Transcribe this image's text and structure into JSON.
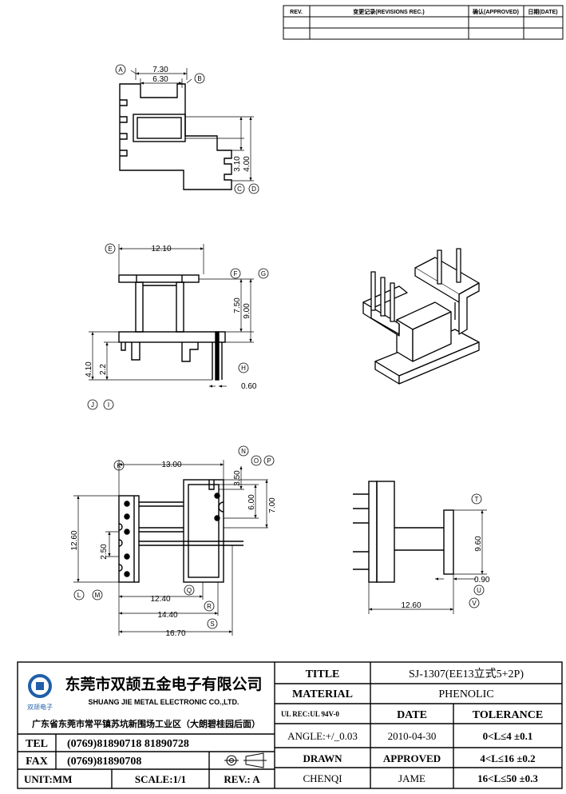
{
  "revision_table": {
    "headers": [
      "REV.",
      "变更记录(REVISIONS REC.)",
      "确认(APPROVED)",
      "日期(DATE)"
    ]
  },
  "view_top": {
    "dims": [
      "7.30",
      "6.30",
      "3.10",
      "4.00"
    ],
    "labels": [
      "A",
      "B",
      "C",
      "D"
    ]
  },
  "view_front": {
    "dims": [
      "12.10",
      "7.50",
      "9.00",
      "4.10",
      "2.2",
      "0.60"
    ],
    "labels": [
      "E",
      "F",
      "G",
      "H",
      "J",
      "I"
    ]
  },
  "view_bottom": {
    "dims": [
      "13.00",
      "3.50",
      "6.00",
      "7.00",
      "12.60",
      "2.50",
      "12.40",
      "14.40",
      "16.70"
    ],
    "labels": [
      "K",
      "N",
      "O",
      "P",
      "Q",
      "R",
      "S",
      "L",
      "M"
    ]
  },
  "view_side": {
    "dims": [
      "9.60",
      "0.90",
      "12.60"
    ],
    "labels": [
      "T",
      "U",
      "V"
    ]
  },
  "company": {
    "name_cn": "东莞市双颉五金电子有限公司",
    "name_en": "SHUANG JIE METAL ELECTRONIC CO.,LTD.",
    "logo_text": "双颉电子",
    "address": "广东省东莞市常平镇苏坑新围场工业区（大朗碧桂园后面）",
    "tel_label": "TEL",
    "tel": "(0769)81890718  81890728",
    "fax_label": "FAX",
    "fax": "(0769)81890708",
    "unit": "UNIT:MM",
    "scale": "SCALE:1/1",
    "rev": "REV.: A"
  },
  "title_block": {
    "title_label": "TITLE",
    "title_value": "SJ-1307(EE13立式5+2P)",
    "material_label": "MATERIAL",
    "material_value": "PHENOLIC",
    "ul": "UL REC:UL 94V-0",
    "date_label": "DATE",
    "tolerance_label": "TOLERANCE",
    "angle": "ANGLE:+/_0.03",
    "date_value": "2010-04-30",
    "tol1": "0<L≤4   ±0.1",
    "drawn_label": "DRAWN",
    "approved_label": "APPROVED",
    "tol2": "4<L≤16  ±0.2",
    "drawn_value": "CHENQI",
    "approved_value": "JAME",
    "tol3": "16<L≤50  ±0.3"
  },
  "colors": {
    "ink": "#000000",
    "logo_blue": "#1f5fa8"
  }
}
